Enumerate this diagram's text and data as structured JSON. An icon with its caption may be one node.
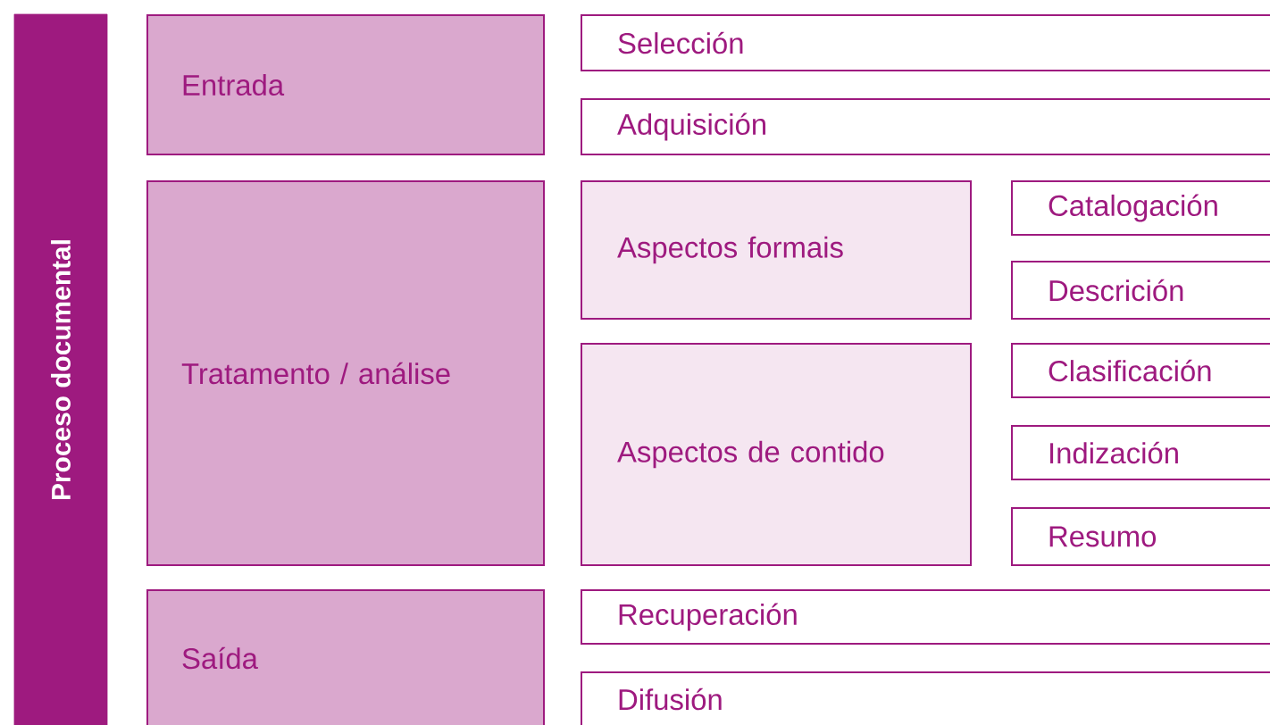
{
  "diagram": {
    "nodes": [
      {
        "text": [
          "Proceso documental"
        ]
      },
      {
        "text": [
          "Entrada"
        ]
      },
      {
        "text": [
          "Selección"
        ]
      },
      {
        "text": [
          "Adquisición"
        ]
      },
      {
        "text": [
          "Tratamento / análise"
        ]
      },
      {
        "text": [
          "Aspectos formais"
        ]
      },
      {
        "text": [
          "Catalogación"
        ]
      },
      {
        "text": [
          "Descrición"
        ]
      },
      {
        "text": [
          "Aspectos de contido"
        ]
      },
      {
        "text": [
          "Clasificación"
        ]
      },
      {
        "text": [
          "Indización"
        ]
      },
      {
        "text": [
          "Resumo"
        ]
      },
      {
        "text": [
          "Saída"
        ]
      },
      {
        "text": [
          "Recuperación"
        ]
      },
      {
        "text": [
          "Difusión"
        ]
      }
    ]
  }
}
